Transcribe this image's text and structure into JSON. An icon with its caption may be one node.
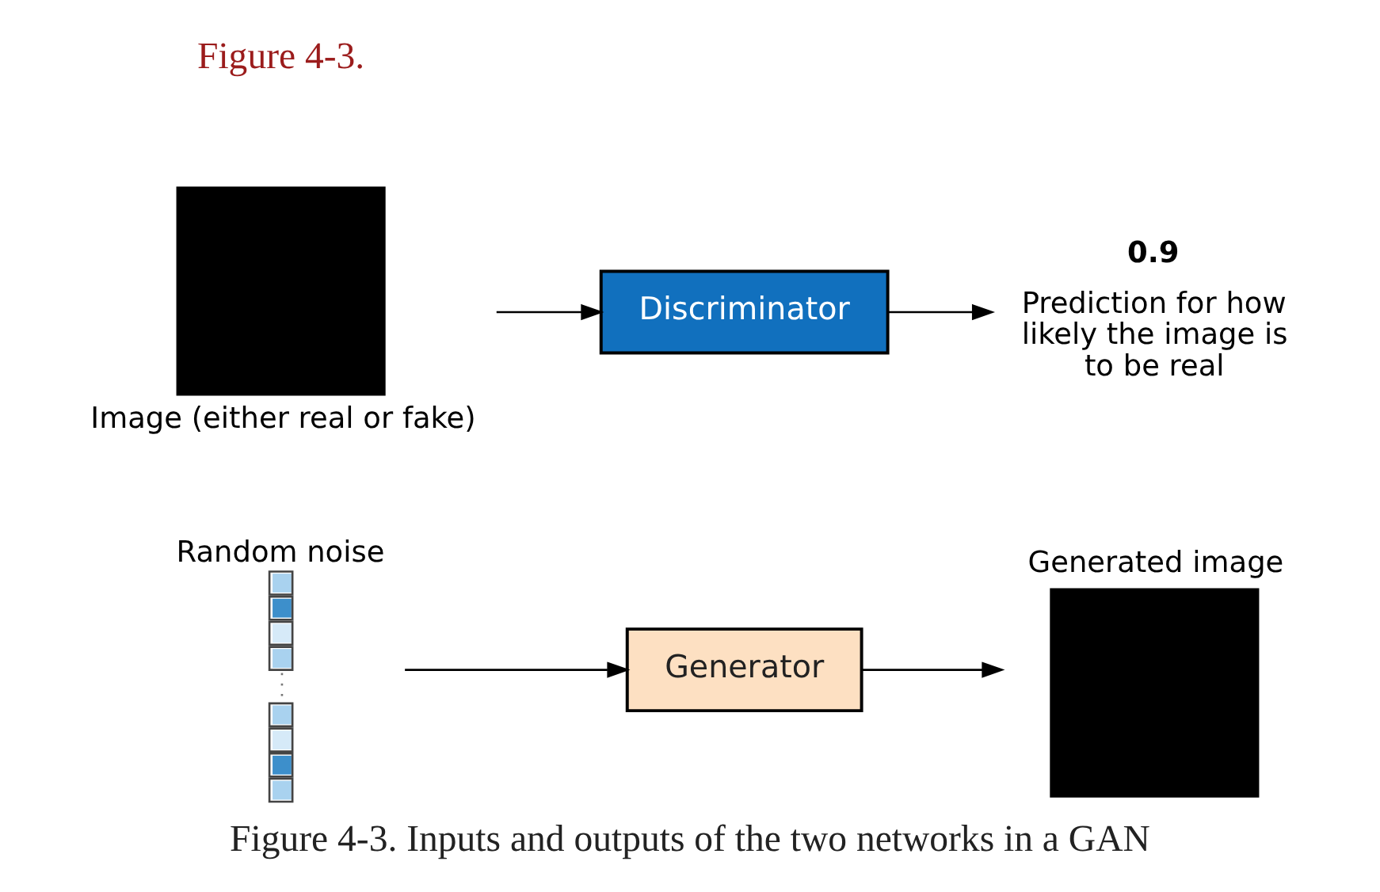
{
  "diagram": {
    "caption": "Figure 4-3. Inputs and outputs of the two networks in a GAN",
    "nodes": [
      {
        "text": [
          "Random noise"
        ]
      },
      {
        "text": [
          "Generator"
        ]
      },
      {
        "text": [
          "Generated image"
        ]
      },
      {
        "text": [
          "Image (either real or fake)"
        ]
      },
      {
        "text": [
          "Discriminator"
        ]
      },
      {
        "text": [
          "0.9"
        ],
        "beside": [
          "Prediction for how likely the image is to be real"
        ]
      }
    ],
    "edges": [
      {
        "from": 0,
        "to": 1,
        "arrow": "to"
      },
      {
        "from": 1,
        "to": 2,
        "arrow": "to"
      },
      {
        "from": 3,
        "to": 4,
        "arrow": "to"
      },
      {
        "from": 4,
        "to": 5,
        "arrow": "to"
      }
    ],
    "labels": [
      "Figure 4-3."
    ]
  }
}
